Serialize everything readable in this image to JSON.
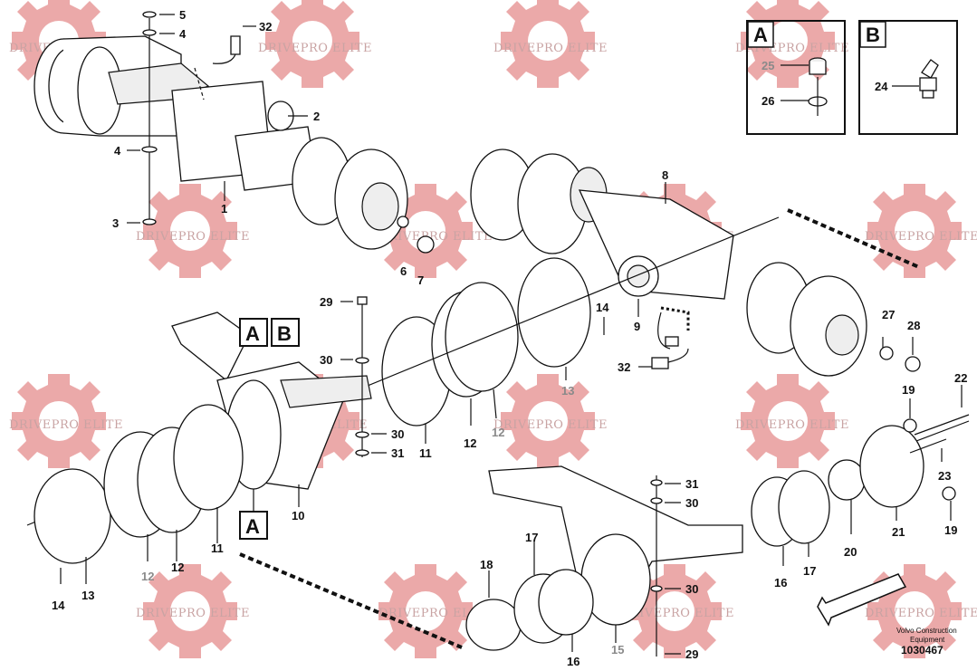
{
  "watermark": {
    "text": "DRIVEPRO ELITE"
  },
  "document_number": "1030467",
  "publisher_line1": "Volvo Construction",
  "publisher_line2": "Equipment",
  "detail_boxes": [
    {
      "letter": "A",
      "parts": [
        "25",
        "26"
      ]
    },
    {
      "letter": "B",
      "parts": [
        "24"
      ]
    }
  ],
  "callouts": {
    "c1": "1",
    "c2": "2",
    "c3": "3",
    "c4a": "4",
    "c4b": "4",
    "c5": "5",
    "c6": "6",
    "c7": "7",
    "c8": "8",
    "c9": "9",
    "c10": "10",
    "c11a": "11",
    "c11b": "11",
    "c12a": "12",
    "c12b": "12",
    "c12c": "12",
    "c12d": "12",
    "c13a": "13",
    "c13b": "13",
    "c14a": "14",
    "c14b": "14",
    "c15": "15",
    "c16a": "16",
    "c16b": "16",
    "c17a": "17",
    "c17b": "17",
    "c18": "18",
    "c19a": "19",
    "c19b": "19",
    "c20": "20",
    "c21": "21",
    "c22": "22",
    "c23": "23",
    "c24": "24",
    "c25": "25",
    "c26": "26",
    "c27": "27",
    "c28": "28",
    "c29a": "29",
    "c29b": "29",
    "c30a": "30",
    "c30b": "30",
    "c30c": "30",
    "c30d": "30",
    "c31a": "31",
    "c31b": "31",
    "c32a": "32",
    "c32b": "32"
  },
  "markers": {
    "m_a_top": "A",
    "m_b_top": "B",
    "m_a_bottom": "A"
  }
}
